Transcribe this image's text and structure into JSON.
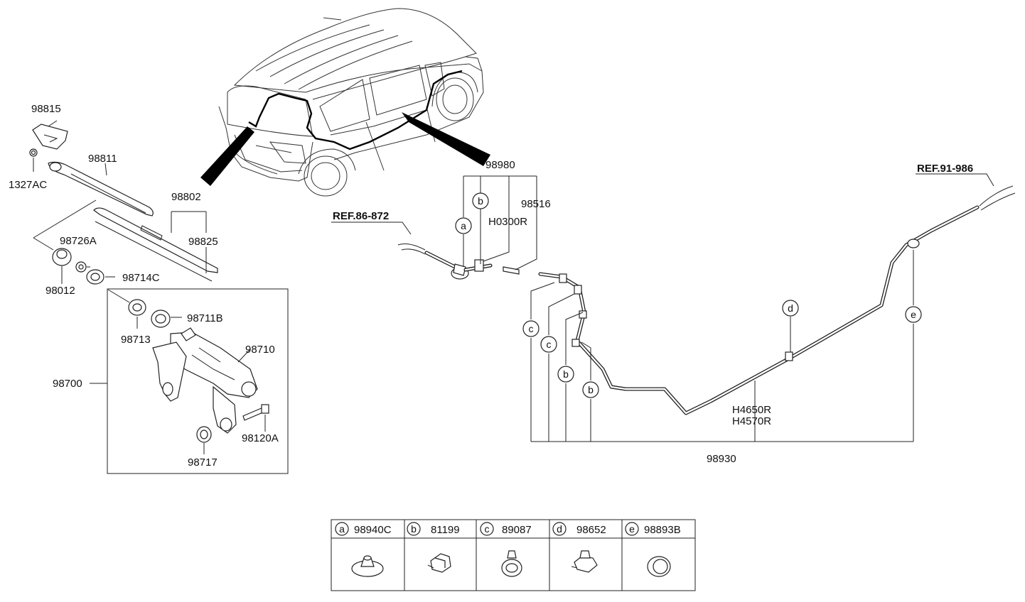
{
  "colors": {
    "line": "#222222",
    "background": "#ffffff"
  },
  "parts": {
    "p98815": "98815",
    "p1327AC": "1327AC",
    "p98811": "98811",
    "p98802": "98802",
    "p98825": "98825",
    "p98726A": "98726A",
    "p98012": "98012",
    "p98714C": "98714C",
    "p98713": "98713",
    "p98711B": "98711B",
    "p98710": "98710",
    "p98700": "98700",
    "p98120A": "98120A",
    "p98717": "98717",
    "p98980": "98980",
    "p98516": "98516",
    "pH0300R": "H0300R",
    "pH4650R": "H4650R",
    "pH4570R": "H4570R",
    "p98930": "98930"
  },
  "refs": {
    "ref_86_872": "REF.86-872",
    "ref_91_986": "REF.91-986"
  },
  "callouts": {
    "a": "a",
    "b": "b",
    "c": "c",
    "d": "d",
    "e": "e"
  },
  "legend": [
    {
      "letter": "a",
      "part": "98940C"
    },
    {
      "letter": "b",
      "part": "81199"
    },
    {
      "letter": "c",
      "part": "89087"
    },
    {
      "letter": "d",
      "part": "98652"
    },
    {
      "letter": "e",
      "part": "98893B"
    }
  ]
}
